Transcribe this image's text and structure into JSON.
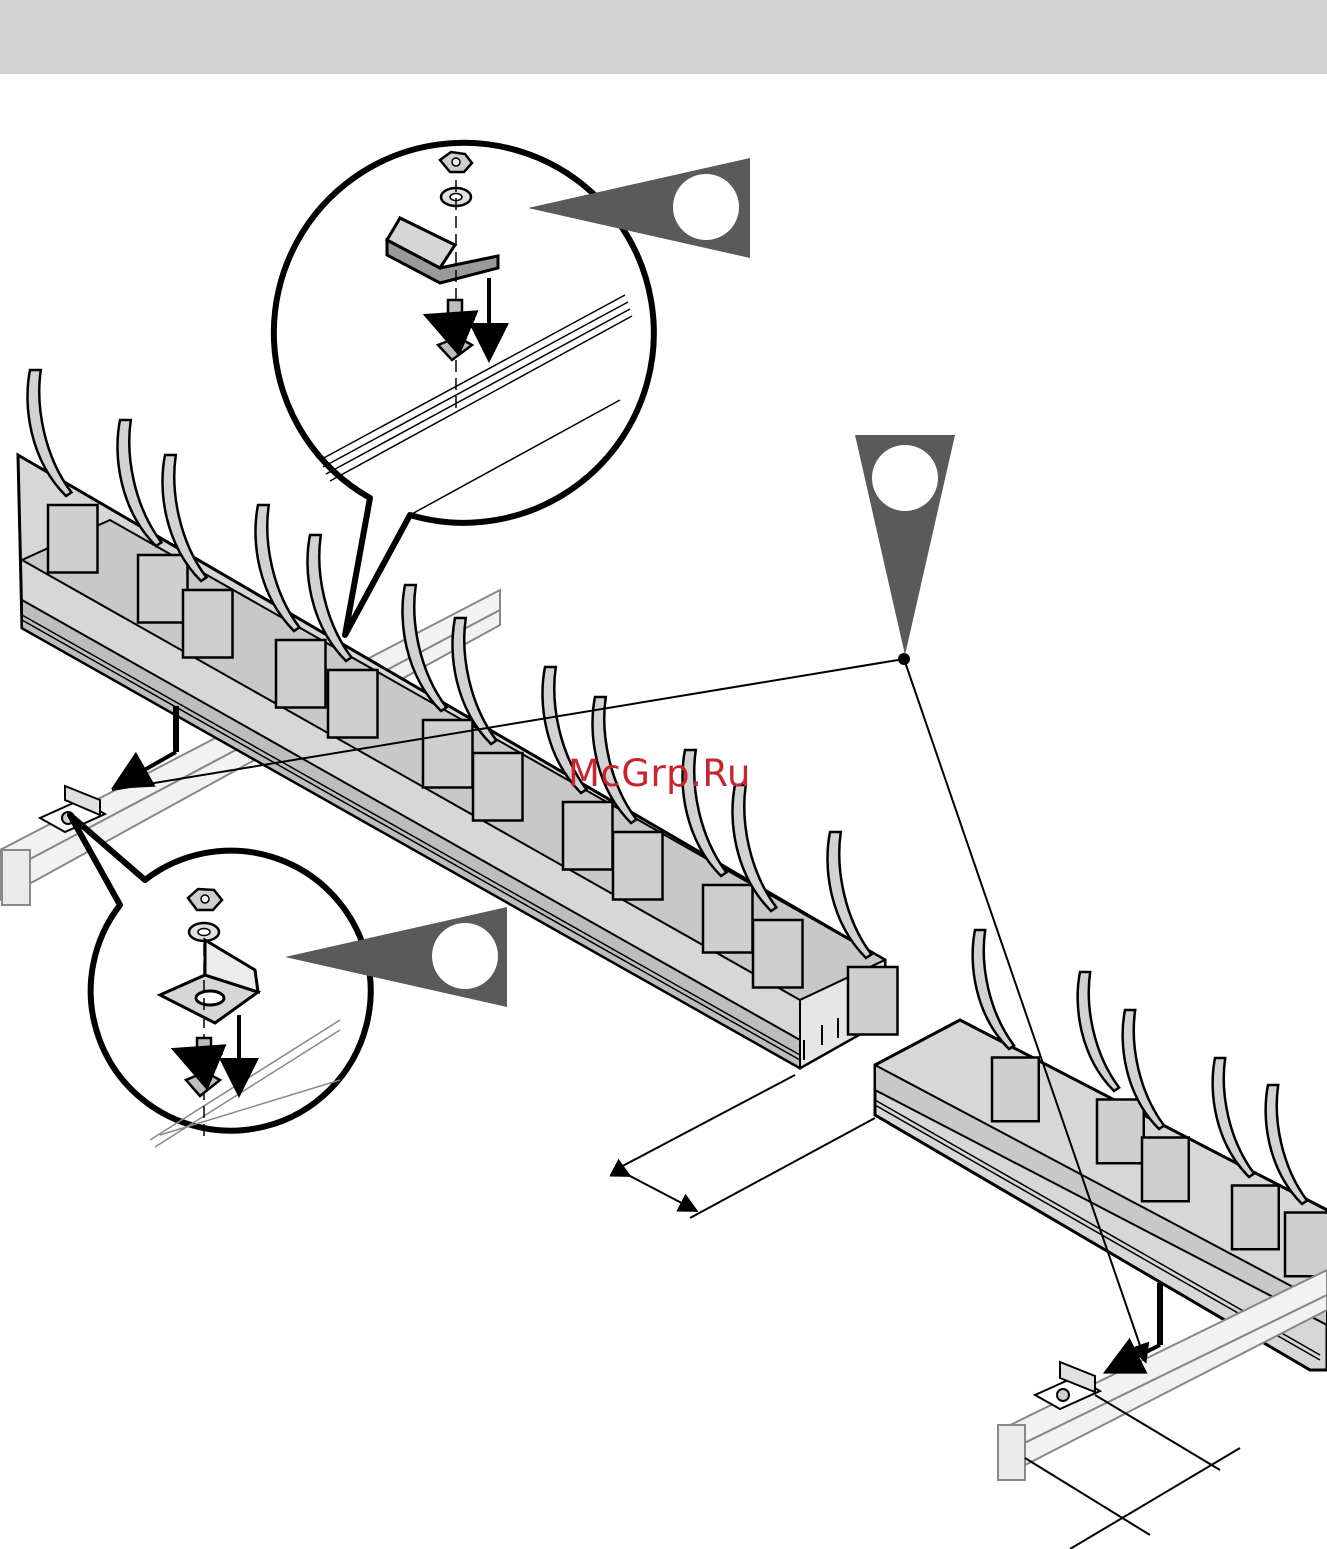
{
  "colors": {
    "header_bar": "#d3d3d3",
    "callout_fill": "#5a5a5a",
    "duct_fill": "#d7d7d7",
    "line": "#000000",
    "watermark": "#c9242d"
  },
  "watermark": {
    "text": "McGrp.Ru"
  },
  "callout_markers": [
    {
      "id": "detail-top",
      "shape": "pointer-left"
    },
    {
      "id": "detail-bottom",
      "shape": "pointer-left"
    },
    {
      "id": "fixing-point",
      "shape": "pointer-down"
    }
  ],
  "icons": [
    "hex-nut-icon",
    "washer-icon",
    "clamp-bracket-icon",
    "t-bolt-icon",
    "rotate-arrow-icon",
    "down-arrow-icon"
  ]
}
